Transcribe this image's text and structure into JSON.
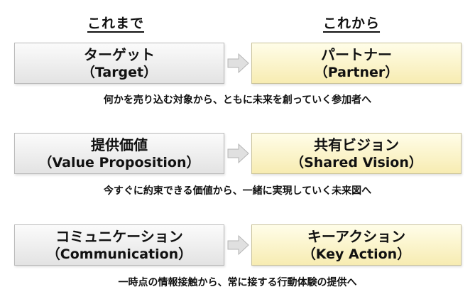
{
  "headers": {
    "left": "これまで",
    "right": "これから"
  },
  "rows": [
    {
      "old_main": "ターゲット",
      "old_sub": "（Target）",
      "new_main": "パートナー",
      "new_sub": "（Partner）",
      "caption": "何かを売り込む対象から、ともに未来を創っていく参加者へ"
    },
    {
      "old_main": "提供価値",
      "old_sub": "（Value Proposition）",
      "new_main": "共有ビジョン",
      "new_sub": "（Shared Vision）",
      "caption": "今すぐに約束できる価値から、一緒に実現していく未来図へ"
    },
    {
      "old_main": "コミュニケーション",
      "old_sub": "（Communication）",
      "new_main": "キーアクション",
      "new_sub": "（Key Action）",
      "caption": "一時点の情報接触から、常に接する行動体験の提供へ"
    }
  ],
  "colors": {
    "old_box": "#e8e8e8",
    "new_box": "#fbf2c2",
    "arrow": "#e0e0e0",
    "border": "#b9b9b9"
  },
  "icons": {
    "arrow": "right-arrow-icon"
  }
}
